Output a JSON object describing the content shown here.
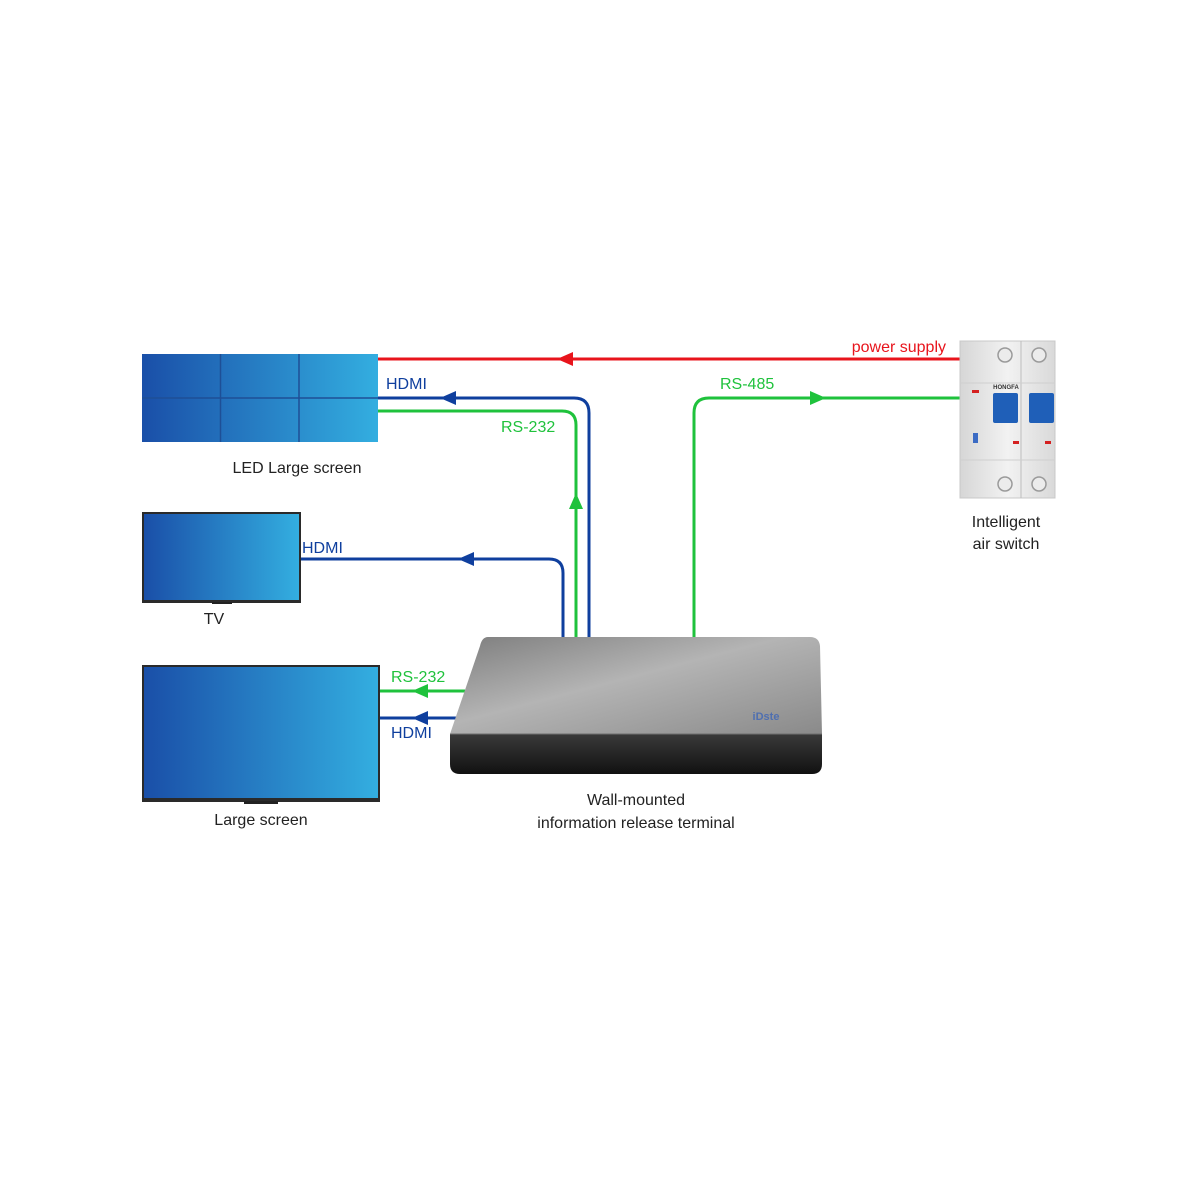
{
  "nodes": {
    "led_wall": {
      "label": "LED Large screen"
    },
    "tv": {
      "label": "TV"
    },
    "large_screen": {
      "label": "Large screen"
    },
    "terminal": {
      "label_line1": "Wall-mounted",
      "label_line2": "information release terminal",
      "brand": "iDste"
    },
    "air_switch": {
      "label_line1": "Intelligent",
      "label_line2": "air switch",
      "brand": "HONGFA"
    }
  },
  "connections": {
    "power": {
      "label": "power supply",
      "color": "#e8141c"
    },
    "led_hdmi": {
      "label": "HDMI",
      "color": "#0f3f9e"
    },
    "led_rs232": {
      "label": "RS-232",
      "color": "#1fc23c"
    },
    "rs485": {
      "label": "RS-485",
      "color": "#1fc23c"
    },
    "tv_hdmi": {
      "label": "HDMI",
      "color": "#0f3f9e"
    },
    "large_rs232": {
      "label": "RS-232",
      "color": "#1fc23c"
    },
    "large_hdmi": {
      "label": "HDMI",
      "color": "#0f3f9e"
    }
  },
  "colors": {
    "screen_left": "#1a4fa8",
    "screen_right": "#33aee0",
    "bezel": "#2b2b2b",
    "terminal_top": "#8c8c8c",
    "switch_body": "#e4e4e4",
    "switch_lever": "#1f5fb8"
  }
}
